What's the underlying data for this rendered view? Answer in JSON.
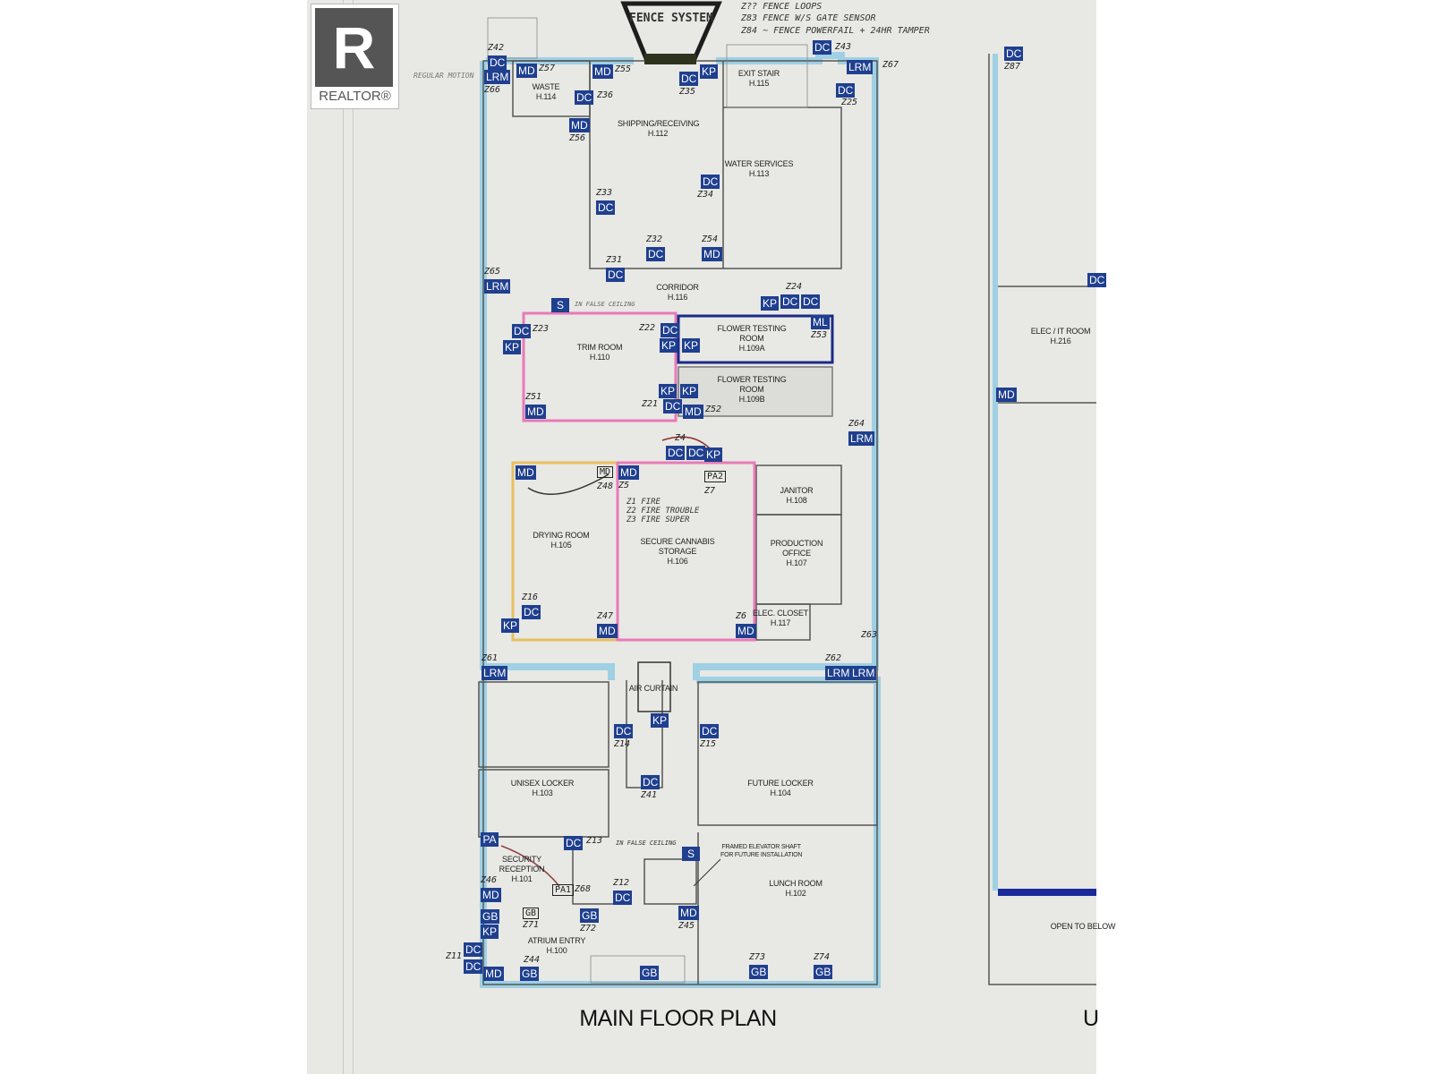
{
  "logo": {
    "mark": "R",
    "word": "REALTOR®"
  },
  "title": "MAIN FLOOR PLAN",
  "title_right": "U",
  "fence": {
    "label": "FENCE SYSTEM",
    "notes": [
      "Z?? FENCE LOOPS",
      "Z83 FENCE W/S GATE SENSOR",
      "Z84 ~ FENCE POWERFAIL + 24HR TAMPER"
    ]
  },
  "handnotes": {
    "regular_motion": "REGULAR MOTION",
    "false_ceiling_1": "IN FALSE CEILING",
    "false_ceiling_2": "IN FALSE CEILING",
    "fire": "Z1 FIRE\nZ2 FIRE TROUBLE\nZ3 FIRE SUPER",
    "elevator": "FRAMED ELEVATOR SHAFT\nFOR FUTURE INSTALLATION"
  },
  "rooms": [
    {
      "name": "WASTE",
      "code": "H.114"
    },
    {
      "name": "SHIPPING/RECEIVING",
      "code": "H.112"
    },
    {
      "name": "EXIT STAIR",
      "code": "H.115"
    },
    {
      "name": "WATER SERVICES",
      "code": "H.113"
    },
    {
      "name": "CORRIDOR",
      "code": "H.116"
    },
    {
      "name": "TRIM ROOM",
      "code": "H.110"
    },
    {
      "name": "FLOWER TESTING ROOM",
      "code": "H.109A"
    },
    {
      "name": "FLOWER TESTING ROOM",
      "code": "H.109B"
    },
    {
      "name": "ELEC / IT ROOM",
      "code": "H.216"
    },
    {
      "name": "JANITOR",
      "code": "H.108"
    },
    {
      "name": "DRYING ROOM",
      "code": "H.105"
    },
    {
      "name": "SECURE CANNABIS STORAGE",
      "code": "H.106"
    },
    {
      "name": "PRODUCTION OFFICE",
      "code": "H.107"
    },
    {
      "name": "ELEC. CLOSET",
      "code": "H.117"
    },
    {
      "name": "AIR CURTAIN",
      "code": ""
    },
    {
      "name": "UNISEX LOCKER",
      "code": "H.103"
    },
    {
      "name": "FUTURE LOCKER",
      "code": "H.104"
    },
    {
      "name": "SECURITY RECEPTION",
      "code": "H.101"
    },
    {
      "name": "LUNCH ROOM",
      "code": "H.102"
    },
    {
      "name": "ATRIUM ENTRY",
      "code": "H.100"
    },
    {
      "name": "OPEN TO BELOW",
      "code": ""
    }
  ],
  "badges": [
    {
      "label": "DC",
      "zone": "Z42"
    },
    {
      "label": "LRM",
      "zone": "Z66"
    },
    {
      "label": "MD",
      "zone": "Z57"
    },
    {
      "label": "MD",
      "zone": "Z55"
    },
    {
      "label": "DC",
      "zone": "Z35"
    },
    {
      "label": "KP",
      "zone": ""
    },
    {
      "label": "DC",
      "zone": "Z43"
    },
    {
      "label": "LRM",
      "zone": "Z67"
    },
    {
      "label": "DC",
      "zone": "Z25"
    },
    {
      "label": "DC",
      "zone": "Z36"
    },
    {
      "label": "MD",
      "zone": "Z56"
    },
    {
      "label": "DC",
      "zone": "Z34"
    },
    {
      "label": "DC",
      "zone": "Z33"
    },
    {
      "label": "DC",
      "zone": "Z32"
    },
    {
      "label": "MD",
      "zone": "Z54"
    },
    {
      "label": "DC",
      "zone": "Z31"
    },
    {
      "label": "LRM",
      "zone": "Z65"
    },
    {
      "label": "S",
      "zone": ""
    },
    {
      "label": "KP",
      "zone": ""
    },
    {
      "label": "DC",
      "zone": "Z24"
    },
    {
      "label": "DC",
      "zone": ""
    },
    {
      "label": "DC",
      "zone": "Z23"
    },
    {
      "label": "KP",
      "zone": ""
    },
    {
      "label": "DC",
      "zone": "Z22"
    },
    {
      "label": "KP",
      "zone": ""
    },
    {
      "label": "KP",
      "zone": ""
    },
    {
      "label": "ML",
      "zone": "Z53"
    },
    {
      "label": "KP",
      "zone": ""
    },
    {
      "label": "KP",
      "zone": ""
    },
    {
      "label": "DC",
      "zone": "Z21"
    },
    {
      "label": "MD",
      "zone": "Z51"
    },
    {
      "label": "MD",
      "zone": "Z52"
    },
    {
      "label": "LRM",
      "zone": "Z64"
    },
    {
      "label": "DC",
      "zone": "Z4"
    },
    {
      "label": "DC",
      "zone": ""
    },
    {
      "label": "KP",
      "zone": ""
    },
    {
      "label": "MD",
      "zone": ""
    },
    {
      "label": "MD",
      "zone": "Z5"
    },
    {
      "label": "KP",
      "zone": ""
    },
    {
      "label": "DC",
      "zone": "Z16"
    },
    {
      "label": "MD",
      "zone": "Z47"
    },
    {
      "label": "MD",
      "zone": "Z6"
    },
    {
      "label": "LRM",
      "zone": "Z61"
    },
    {
      "label": "LRM",
      "zone": "Z62"
    },
    {
      "label": "LRM",
      "zone": "Z63"
    },
    {
      "label": "KP",
      "zone": ""
    },
    {
      "label": "DC",
      "zone": "Z14"
    },
    {
      "label": "DC",
      "zone": "Z15"
    },
    {
      "label": "DC",
      "zone": "Z41"
    },
    {
      "label": "PA",
      "zone": ""
    },
    {
      "label": "DC",
      "zone": "Z13"
    },
    {
      "label": "S",
      "zone": ""
    },
    {
      "label": "MD",
      "zone": "Z46"
    },
    {
      "label": "DC",
      "zone": "Z12"
    },
    {
      "label": "GB",
      "zone": ""
    },
    {
      "label": "KP",
      "zone": ""
    },
    {
      "label": "GB",
      "zone": "Z72"
    },
    {
      "label": "MD",
      "zone": "Z45"
    },
    {
      "label": "DC",
      "zone": "Z11"
    },
    {
      "label": "DC",
      "zone": ""
    },
    {
      "label": "MD",
      "zone": ""
    },
    {
      "label": "GB",
      "zone": "Z44"
    },
    {
      "label": "GB",
      "zone": ""
    },
    {
      "label": "GB",
      "zone": "Z73"
    },
    {
      "label": "GB",
      "zone": "Z74"
    },
    {
      "label": "DC",
      "zone": "Z87"
    },
    {
      "label": "MD",
      "zone": ""
    },
    {
      "label": "DC",
      "zone": ""
    }
  ],
  "boxes": [
    {
      "label": "MD",
      "zone": "Z48"
    },
    {
      "label": "PA2",
      "zone": "Z7"
    },
    {
      "label": "PA1",
      "zone": "Z68"
    },
    {
      "label": "GB",
      "zone": "Z71"
    }
  ],
  "colors": {
    "badge": "#1f3f8f",
    "paper": "#e8e8e4",
    "perimeter": "#9fd0e4",
    "pink": "#e87ab8",
    "navy": "#1a2a8a",
    "yellow": "#e8c060"
  }
}
